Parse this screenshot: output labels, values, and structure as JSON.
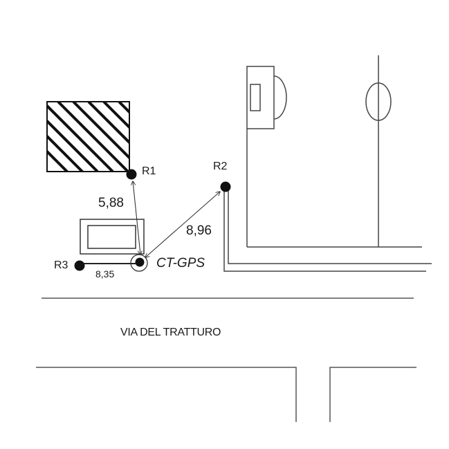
{
  "points": {
    "r1": "R1",
    "r2": "R2",
    "r3": "R3",
    "station": "CT-GPS"
  },
  "distances": {
    "r1_station": "5,88",
    "r2_station": "8,96",
    "r3_station": "8,35"
  },
  "street_name": "VIA DEL TRATTURO",
  "colors": {
    "ink": "#1a1a1a",
    "line": "#444444",
    "background": "#ffffff"
  }
}
